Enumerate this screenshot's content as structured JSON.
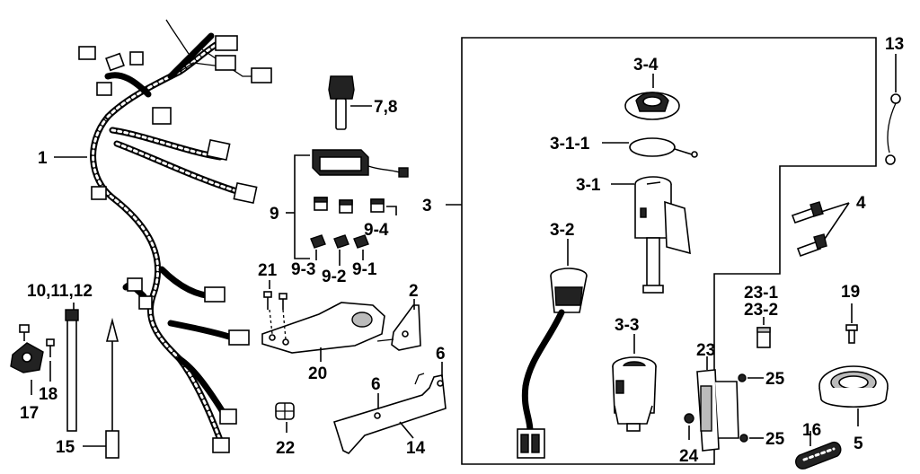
{
  "labels": {
    "l1": "1",
    "l2": "2",
    "l3": "3",
    "l3_1": "3-1",
    "l3_1_1": "3-1-1",
    "l3_2": "3-2",
    "l3_3": "3-3",
    "l3_4": "3-4",
    "l4": "4",
    "l5": "5",
    "l6a": "6",
    "l6b": "6",
    "l7_8": "7,8",
    "l9": "9",
    "l9_1": "9-1",
    "l9_2": "9-2",
    "l9_3": "9-3",
    "l9_4": "9-4",
    "l10_11_12": "10,11,12",
    "l13": "13",
    "l14": "14",
    "l15": "15",
    "l16": "16",
    "l17": "17",
    "l18": "18",
    "l19": "19",
    "l20": "20",
    "l21": "21",
    "l22": "22",
    "l23": "23",
    "l23_1": "23-1",
    "l23_2": "23-2",
    "l24": "24",
    "l25a": "25",
    "l25b": "25"
  },
  "parts": [
    {
      "id": "wiring-harness",
      "icon": "wiring-harness-icon"
    },
    {
      "id": "key",
      "icon": "key-icon"
    },
    {
      "id": "relay-set",
      "icon": "relay-icon"
    },
    {
      "id": "ignition-switch",
      "icon": "ignition-switch-icon"
    },
    {
      "id": "seat-lock",
      "icon": "lock-cylinder-icon"
    },
    {
      "id": "fuel-cap-lock",
      "icon": "cap-lock-icon"
    },
    {
      "id": "bolts",
      "icon": "bolt-icon"
    },
    {
      "id": "cable-tie",
      "icon": "cable-tie-icon"
    },
    {
      "id": "grommet",
      "icon": "grommet-icon"
    }
  ]
}
